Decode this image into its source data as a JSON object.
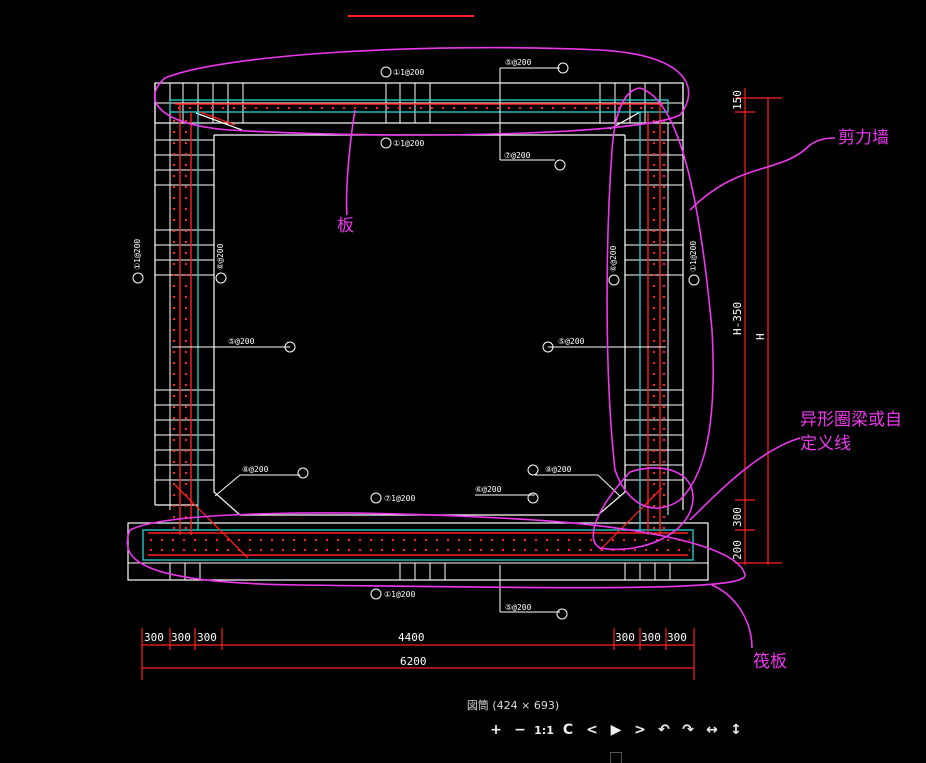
{
  "annotations": {
    "board": "板",
    "shear_wall": "剪力墙",
    "special_beam_line1": "异形圈梁或自",
    "special_beam_line2": "定义线",
    "raft_board": "筏板"
  },
  "dimensions": {
    "bottom_segments_left": [
      "300",
      "300",
      "300"
    ],
    "bottom_mid": "4400",
    "bottom_segments_right": [
      "300",
      "300",
      "300"
    ],
    "bottom_total": "6200",
    "right_top": "150",
    "right_mid": "H-350",
    "right_total": "H",
    "right_lower": "300",
    "right_bottom": "200"
  },
  "labels": {
    "top_outer": "①1@200",
    "top_outer_right": "⑤@200",
    "top_inner": "①1@200",
    "top_inner_right": "⑦@200",
    "left_wall_outer": "①1@200",
    "left_wall_inner": "⑥@200",
    "right_wall_inner": "⑥@200",
    "right_wall_outer": "①1@200",
    "left_mid": "⑤@200",
    "right_mid": "⑤@200",
    "left_haunch": "⑧@200",
    "right_haunch": "⑨@200",
    "bottom_inner": "⑦1@200",
    "bottom_center": "⑥@200",
    "bottom_outer": "①1@200",
    "bottom_outer_right": "⑤@200"
  },
  "viewer": {
    "caption": "図筒 (424 × 693)",
    "buttons": [
      "+",
      "−",
      "1:1",
      "C",
      "<",
      "▶",
      ">",
      "↶",
      "↷",
      "↔",
      "↕"
    ]
  },
  "colors": {
    "annotation": "#ee38ee",
    "cad_white": "#ffffff",
    "cad_red": "#ff2020",
    "cad_cyan": "#29d6d6",
    "background": "#000000"
  }
}
